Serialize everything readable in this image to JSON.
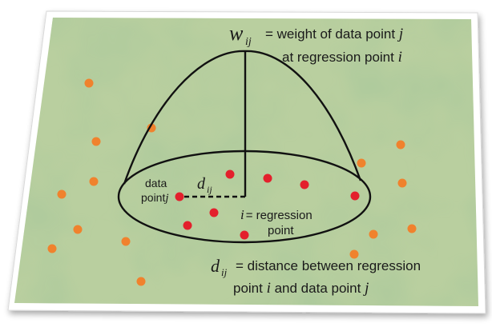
{
  "weight_formula": {
    "symbol": "w",
    "subscript": "ij",
    "line1": "= weight of data point ",
    "var_j": "j",
    "line2": "at regression point ",
    "var_i": "i"
  },
  "data_point_label": {
    "line1": "data",
    "line2": "point",
    "var_j": "j"
  },
  "distance_symbol": {
    "symbol": "d",
    "subscript": "ij"
  },
  "regression_point_label": {
    "var_i": "i",
    "line1": "= regression",
    "line2": "point"
  },
  "distance_formula": {
    "symbol": "d",
    "subscript": "ij",
    "line1": "= distance between regression",
    "line2a": "point ",
    "var_i": "i",
    "line2b": " and data point ",
    "var_j": "j"
  },
  "colors": {
    "map_background": "#b9cf9f",
    "orange_points": "#f0822d",
    "red_points": "#e3202c",
    "outline": "#111111"
  }
}
